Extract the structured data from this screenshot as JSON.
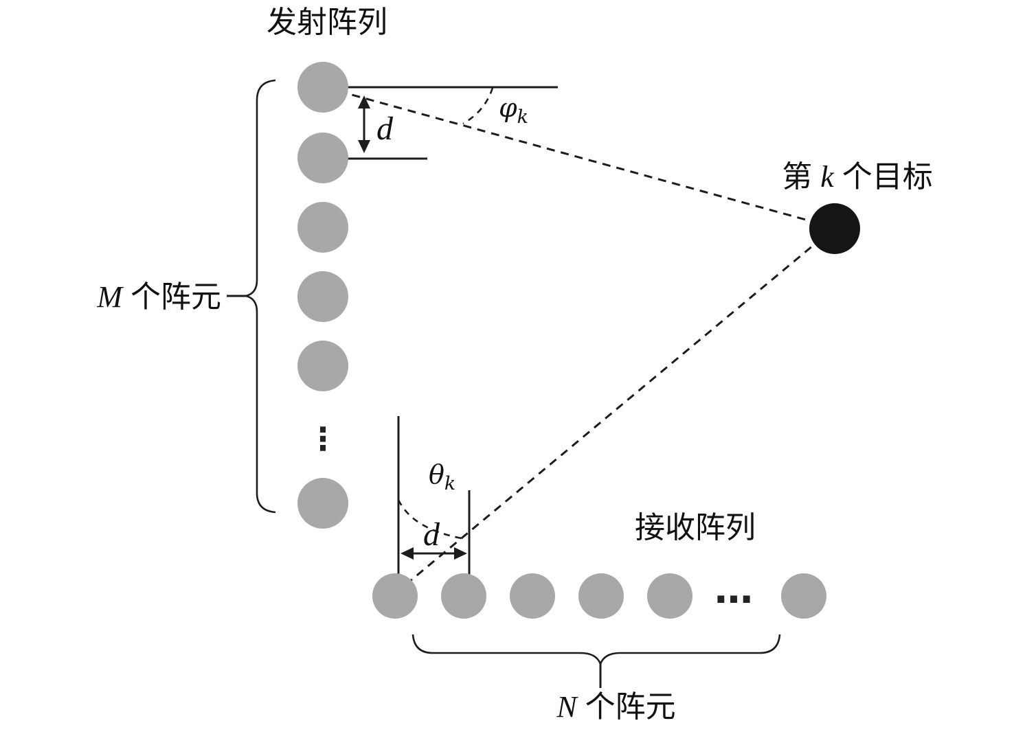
{
  "figure": {
    "background": "#ffffff",
    "colors": {
      "element_gray": "#a8a8a8",
      "target_black": "#151515",
      "line": "#1c1c1c"
    },
    "labels": {
      "transmit_array": "发射阵列",
      "receive_array": "接收阵列",
      "target_prefix": "第",
      "target_var": "k",
      "target_suffix": "个目标",
      "m_var": "M",
      "m_suffix": "个阵元",
      "n_var": "N",
      "n_suffix": "个阵元",
      "phi_var": "φ",
      "phi_sub": "k",
      "theta_var": "θ",
      "theta_sub": "k",
      "d_top": "d",
      "d_bottom": "d",
      "v_ellipsis": "⋮",
      "h_ellipsis": "…"
    }
  }
}
